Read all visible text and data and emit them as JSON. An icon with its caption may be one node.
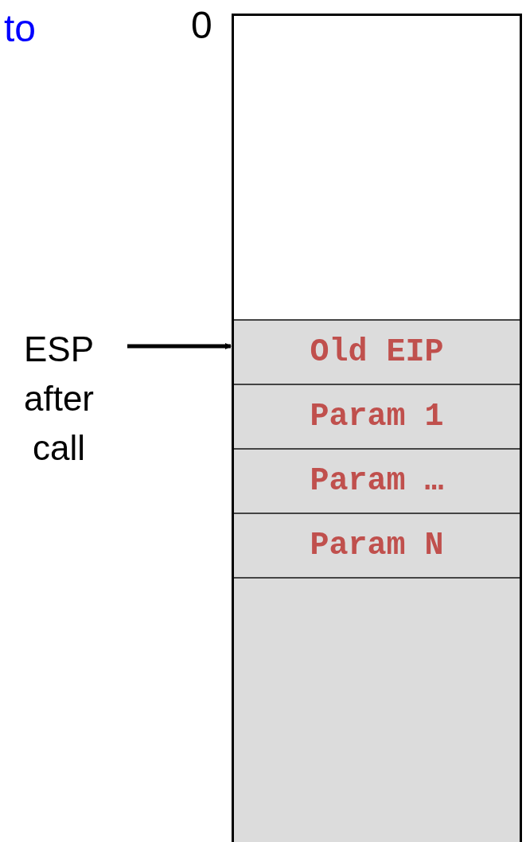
{
  "diagram": {
    "nodes": [
      {
        "text": [
          "ESP after call"
        ]
      },
      {
        "text": [],
        "shape": "box"
      },
      {
        "text": [],
        "shape": "box",
        "in": 1
      },
      {
        "text": [
          "Old EIP"
        ],
        "in": 1
      },
      {
        "text": [
          "Param 1"
        ],
        "in": 1
      },
      {
        "text": [
          "Param …"
        ],
        "in": 1
      },
      {
        "text": [
          "Param N"
        ],
        "in": 1
      }
    ],
    "edges": [
      {
        "from": 0,
        "to": 3,
        "arrow": "to"
      }
    ],
    "labels": [
      "to",
      "0"
    ]
  }
}
